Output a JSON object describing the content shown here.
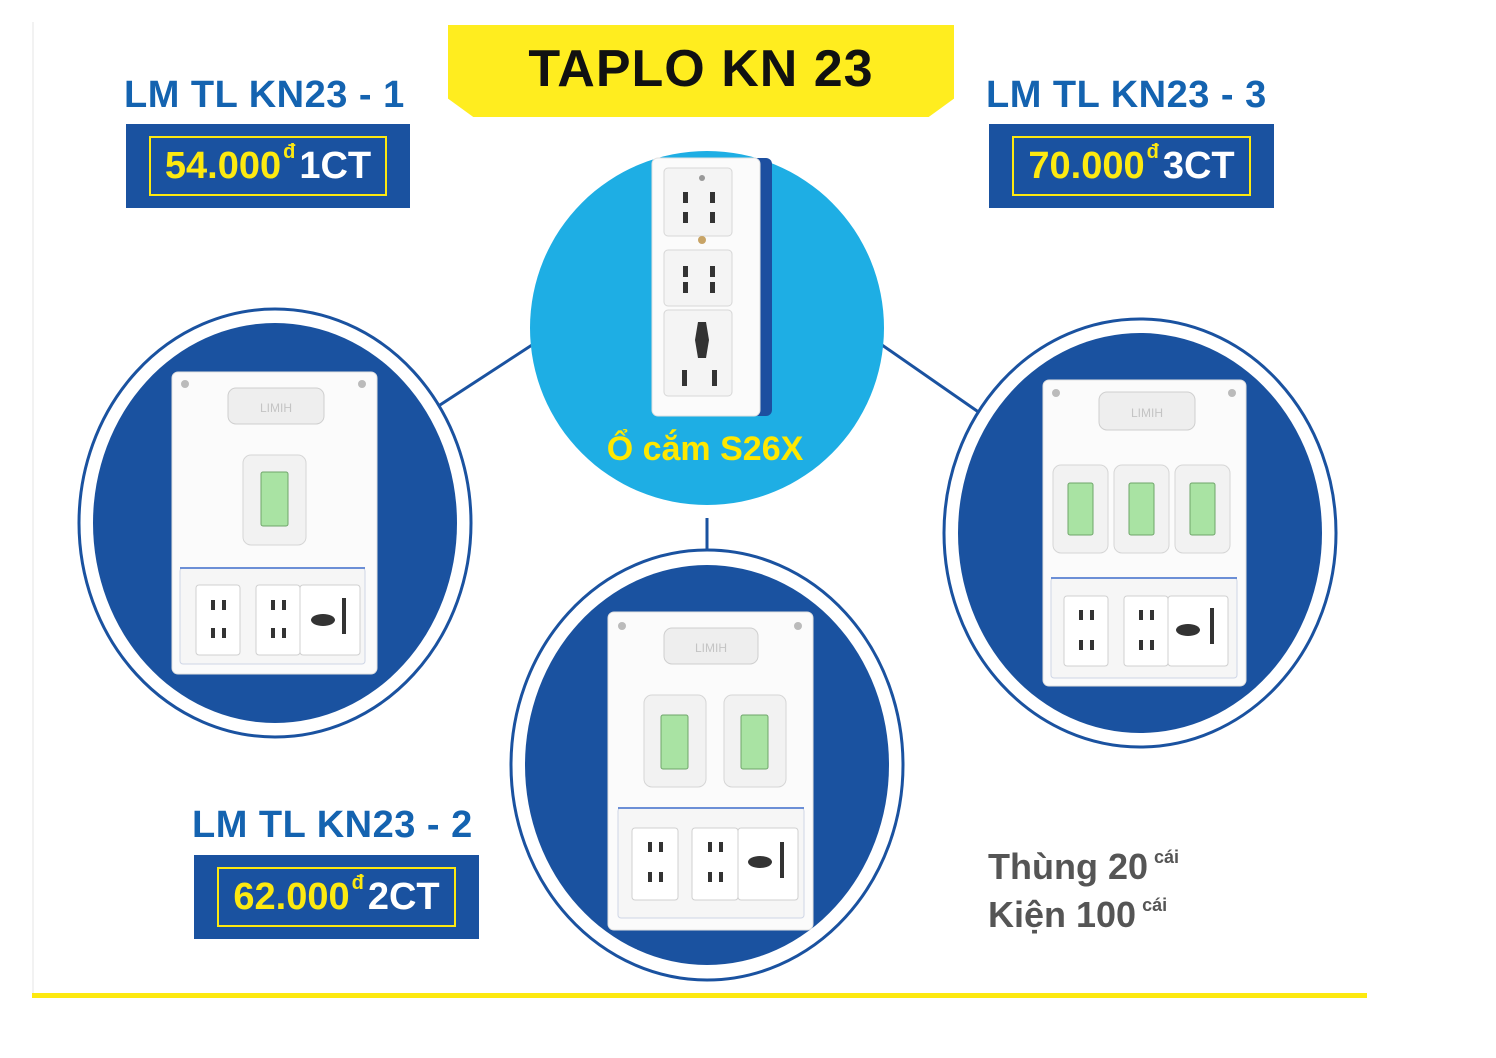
{
  "title": "TAPLO KN 23",
  "center_label": "Ổ cắm S26X",
  "products": [
    {
      "model": "LM TL KN23 - 1",
      "price": "54.000",
      "currency": "đ",
      "quantity": "1CT"
    },
    {
      "model": "LM TL KN23 - 2",
      "price": "62.000",
      "currency": "đ",
      "quantity": "2CT"
    },
    {
      "model": "LM TL KN23 - 3",
      "price": "70.000",
      "currency": "đ",
      "quantity": "3CT"
    }
  ],
  "packaging": {
    "carton": "Thùng 20",
    "carton_unit": "cái",
    "bale": "Kiện 100",
    "bale_unit": "cái"
  },
  "colors": {
    "brand_blue": "#1a52a0",
    "accent_yellow": "#fde910",
    "light_blue": "#1eaee4"
  },
  "brand_mark": "LIMIH"
}
